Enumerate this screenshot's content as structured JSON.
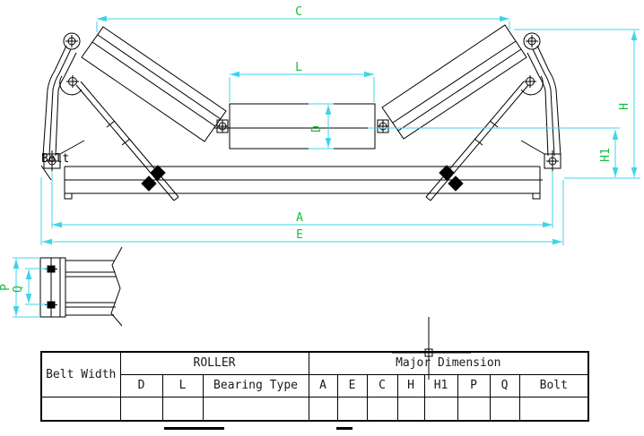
{
  "drawing": {
    "dimension_labels": {
      "c": "C",
      "l": "L",
      "d": "D",
      "h": "H",
      "h1": "H1",
      "a": "A",
      "e": "E",
      "p": "P",
      "q": "Q"
    },
    "part_labels": {
      "bolt": "Bolt"
    },
    "colors": {
      "dimension_line": "#3cd6e8",
      "dimension_text": "#17bd3f",
      "drawing_line": "#000000",
      "background": "#ffffff"
    }
  },
  "table": {
    "belt_width_header": "Belt Width",
    "roller_header": "ROLLER",
    "major_dimension_header": "Major Dimension",
    "sub_columns": [
      "D",
      "L",
      "Bearing Type",
      "A",
      "E",
      "C",
      "H",
      "H1",
      "P",
      "Q",
      "Bolt"
    ],
    "data_row": [
      "",
      "",
      "",
      "",
      "",
      "",
      "",
      "",
      "",
      "",
      ""
    ]
  }
}
